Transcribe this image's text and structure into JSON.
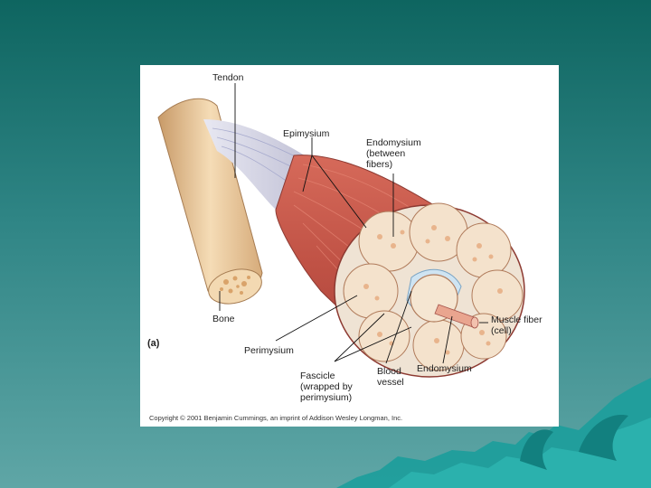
{
  "figure": {
    "panel_label": "(a)",
    "labels": {
      "tendon": "Tendon",
      "epimysium": "Epimysium",
      "endomysium_top": "Endomysium\n(between\nfibers)",
      "bone": "Bone",
      "perimysium": "Perimysium",
      "fascicle": "Fascicle\n(wrapped by\nperimysium)",
      "blood_vessel": "Blood\nvessel",
      "endomysium_bottom": "Endomysium",
      "muscle_fiber": "Muscle fiber\n(cell)"
    },
    "copyright": "Copyright © 2001 Benjamin Cummings, an imprint of Addison Wesley Longman, Inc."
  },
  "colors": {
    "background_top": "#0e6560",
    "background_bottom": "#5fa6a6",
    "muscle": "#c8584a",
    "bone": "#f0d2a8",
    "fascicle_fill": "#f4e2cc",
    "wave": "#1f9e9c"
  }
}
